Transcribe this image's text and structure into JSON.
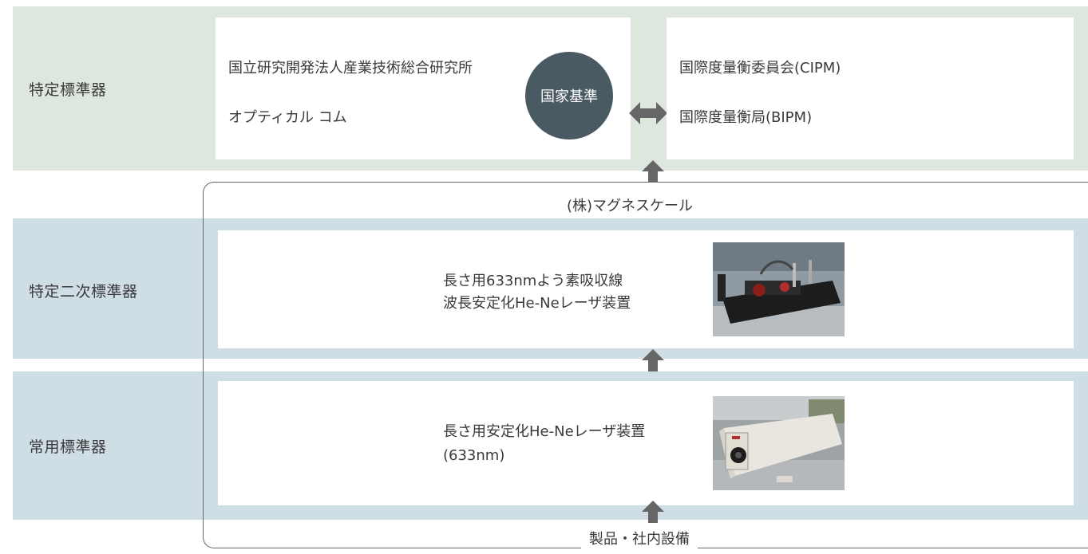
{
  "levels": {
    "specified": "特定標準器",
    "secondary": "特定二次標準器",
    "working": "常用標準器"
  },
  "top": {
    "left_org_1": "国立研究開発法人産業技術総合研究所",
    "left_org_2": "オプティカル コム",
    "national_standard": "国家基準",
    "right_org_1": "国際度量衡委員会(CIPM)",
    "right_org_2": "国際度量衡局(BIPM)"
  },
  "company_label": "(株)マグネスケール",
  "secondary_device": {
    "line1": "長さ用633nmよう素吸収線",
    "line2": "波長安定化He-Neレーザ装置"
  },
  "working_device": {
    "line1": "長さ用安定化He-Neレーザ装置",
    "line2": "(633nm)"
  },
  "bottom_label": "製品・社内設備",
  "colors": {
    "top_band": "#dde7de",
    "lower_bands": "#cfdde4",
    "circle": "#4a5a63",
    "arrow": "#666666"
  },
  "icons": [
    "double-arrow-icon",
    "up-arrow-icon"
  ]
}
